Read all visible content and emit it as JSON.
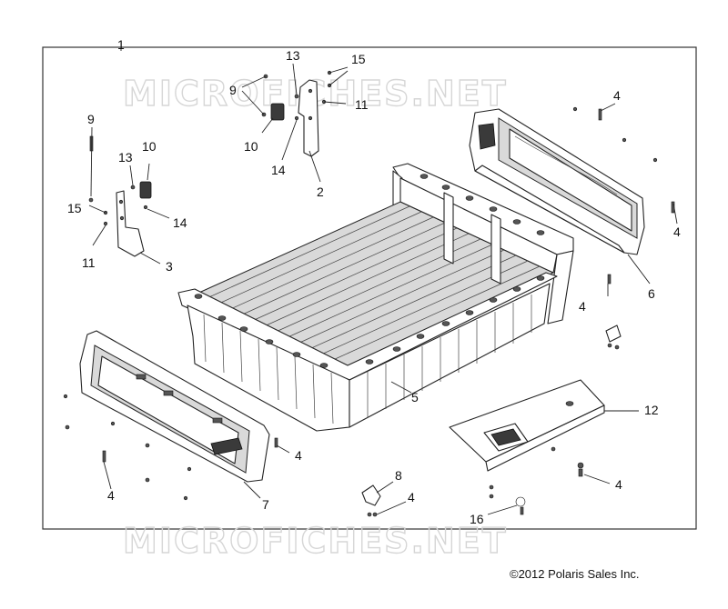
{
  "watermark": "MICROFICHES.NET",
  "copyright": "©2012 Polaris Sales Inc.",
  "callouts": {
    "c1": "1",
    "c2": "2",
    "c3": "3",
    "c4_top_right": "4",
    "c4_right": "4",
    "c4_mid_right": "4",
    "c4_front_left": "4",
    "c4_front_right": "4",
    "c4_bracket": "4",
    "c4_plate": "4",
    "c5": "5",
    "c6": "6",
    "c7": "7",
    "c8": "8",
    "c9_left": "9",
    "c9_right": "9",
    "c10_left": "10",
    "c10_right": "10",
    "c11_left": "11",
    "c11_right": "11",
    "c12": "12",
    "c13_left": "13",
    "c13_right": "13",
    "c14_left": "14",
    "c14_right": "14",
    "c15_left": "15",
    "c15_right": "15",
    "c16": "16"
  }
}
